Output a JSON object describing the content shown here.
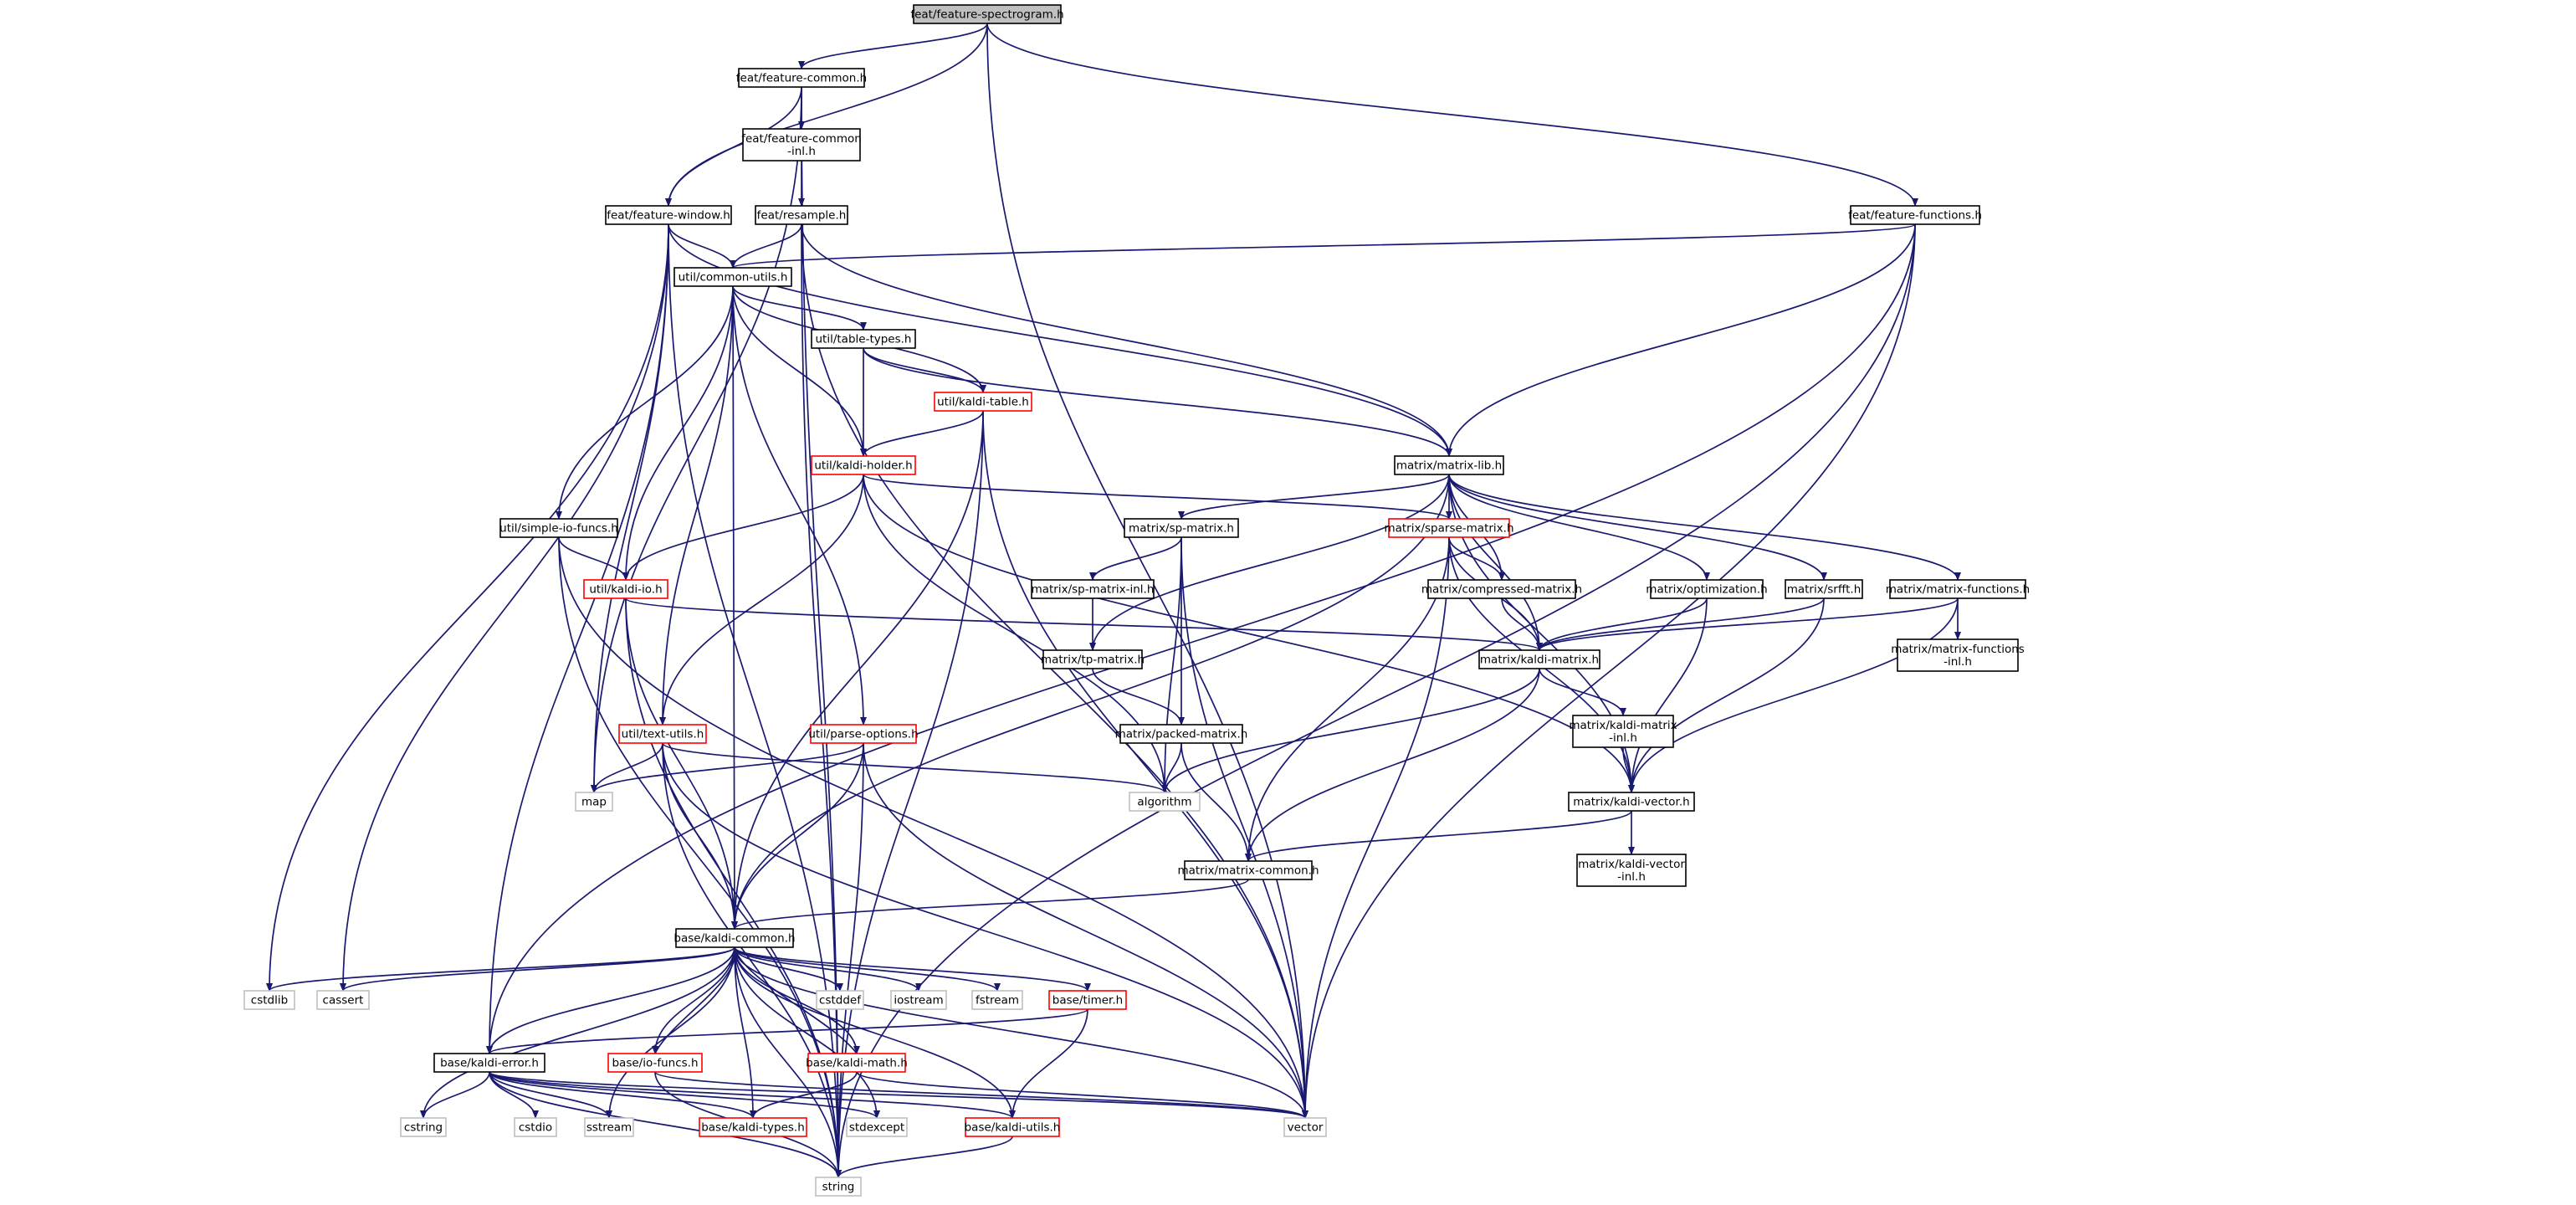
{
  "colors": {
    "edge": "#191970",
    "root_fill": "#bfbfbf",
    "normal_border": "#000000",
    "truncated_border": "#ff0000",
    "external_border": "#bfbfbf",
    "background": "#ffffff"
  },
  "nodes": [
    {
      "id": "n0",
      "label": [
        "feat/feature-spectrogram.h"
      ],
      "kind": "root"
    },
    {
      "id": "n1",
      "label": [
        "feat/feature-common.h"
      ],
      "kind": "normal"
    },
    {
      "id": "n2",
      "label": [
        "feat/feature-common",
        "-inl.h"
      ],
      "kind": "normal"
    },
    {
      "id": "n3",
      "label": [
        "feat/resample.h"
      ],
      "kind": "normal"
    },
    {
      "id": "n4",
      "label": [
        "feat/feature-window.h"
      ],
      "kind": "normal"
    },
    {
      "id": "n5",
      "label": [
        "feat/feature-functions.h"
      ],
      "kind": "normal"
    },
    {
      "id": "n6",
      "label": [
        "util/common-utils.h"
      ],
      "kind": "normal"
    },
    {
      "id": "n7",
      "label": [
        "util/table-types.h"
      ],
      "kind": "normal"
    },
    {
      "id": "n8",
      "label": [
        "util/kaldi-table.h"
      ],
      "kind": "truncated"
    },
    {
      "id": "n9",
      "label": [
        "util/kaldi-holder.h"
      ],
      "kind": "truncated"
    },
    {
      "id": "n10",
      "label": [
        "matrix/matrix-lib.h"
      ],
      "kind": "normal"
    },
    {
      "id": "n11",
      "label": [
        "util/simple-io-funcs.h"
      ],
      "kind": "normal"
    },
    {
      "id": "n12",
      "label": [
        "util/kaldi-io.h"
      ],
      "kind": "truncated"
    },
    {
      "id": "n13",
      "label": [
        "matrix/sparse-matrix.h"
      ],
      "kind": "truncated"
    },
    {
      "id": "n14",
      "label": [
        "matrix/sp-matrix.h"
      ],
      "kind": "normal"
    },
    {
      "id": "n15",
      "label": [
        "matrix/sp-matrix-inl.h"
      ],
      "kind": "normal"
    },
    {
      "id": "n16",
      "label": [
        "matrix/compressed-matrix.h"
      ],
      "kind": "normal"
    },
    {
      "id": "n17",
      "label": [
        "matrix/optimization.h"
      ],
      "kind": "normal"
    },
    {
      "id": "n18",
      "label": [
        "matrix/srfft.h"
      ],
      "kind": "normal"
    },
    {
      "id": "n19",
      "label": [
        "matrix/matrix-functions.h"
      ],
      "kind": "normal"
    },
    {
      "id": "n20",
      "label": [
        "matrix/matrix-functions",
        "-inl.h"
      ],
      "kind": "normal"
    },
    {
      "id": "n21",
      "label": [
        "matrix/tp-matrix.h"
      ],
      "kind": "normal"
    },
    {
      "id": "n22",
      "label": [
        "matrix/kaldi-matrix.h"
      ],
      "kind": "normal"
    },
    {
      "id": "n23",
      "label": [
        "matrix/packed-matrix.h"
      ],
      "kind": "normal"
    },
    {
      "id": "n24",
      "label": [
        "matrix/kaldi-matrix",
        "-inl.h"
      ],
      "kind": "normal"
    },
    {
      "id": "n25",
      "label": [
        "util/text-utils.h"
      ],
      "kind": "truncated"
    },
    {
      "id": "n26",
      "label": [
        "util/parse-options.h"
      ],
      "kind": "truncated"
    },
    {
      "id": "n27",
      "label": [
        "map"
      ],
      "kind": "external"
    },
    {
      "id": "n28",
      "label": [
        "algorithm"
      ],
      "kind": "external"
    },
    {
      "id": "n29",
      "label": [
        "matrix/kaldi-vector.h"
      ],
      "kind": "normal"
    },
    {
      "id": "n30",
      "label": [
        "matrix/matrix-common.h"
      ],
      "kind": "normal"
    },
    {
      "id": "n31",
      "label": [
        "matrix/kaldi-vector",
        "-inl.h"
      ],
      "kind": "normal"
    },
    {
      "id": "n32",
      "label": [
        "base/kaldi-common.h"
      ],
      "kind": "normal"
    },
    {
      "id": "n33",
      "label": [
        "cstdlib"
      ],
      "kind": "external"
    },
    {
      "id": "n34",
      "label": [
        "cassert"
      ],
      "kind": "external"
    },
    {
      "id": "n35",
      "label": [
        "cstddef"
      ],
      "kind": "external"
    },
    {
      "id": "n36",
      "label": [
        "iostream"
      ],
      "kind": "external"
    },
    {
      "id": "n37",
      "label": [
        "fstream"
      ],
      "kind": "external"
    },
    {
      "id": "n38",
      "label": [
        "base/timer.h"
      ],
      "kind": "truncated"
    },
    {
      "id": "n39",
      "label": [
        "base/kaldi-error.h"
      ],
      "kind": "normal"
    },
    {
      "id": "n40",
      "label": [
        "base/io-funcs.h"
      ],
      "kind": "truncated"
    },
    {
      "id": "n41",
      "label": [
        "base/kaldi-math.h"
      ],
      "kind": "truncated"
    },
    {
      "id": "n42",
      "label": [
        "cstring"
      ],
      "kind": "external"
    },
    {
      "id": "n43",
      "label": [
        "cstdio"
      ],
      "kind": "external"
    },
    {
      "id": "n44",
      "label": [
        "sstream"
      ],
      "kind": "external"
    },
    {
      "id": "n45",
      "label": [
        "base/kaldi-types.h"
      ],
      "kind": "truncated"
    },
    {
      "id": "n46",
      "label": [
        "stdexcept"
      ],
      "kind": "external"
    },
    {
      "id": "n47",
      "label": [
        "base/kaldi-utils.h"
      ],
      "kind": "truncated"
    },
    {
      "id": "n48",
      "label": [
        "vector"
      ],
      "kind": "external"
    },
    {
      "id": "n49",
      "label": [
        "string"
      ],
      "kind": "external"
    }
  ],
  "edges": [
    [
      "n0",
      "n1"
    ],
    [
      "n0",
      "n4"
    ],
    [
      "n0",
      "n5"
    ],
    [
      "n0",
      "n48"
    ],
    [
      "n1",
      "n2"
    ],
    [
      "n1",
      "n4"
    ],
    [
      "n1",
      "n27"
    ],
    [
      "n1",
      "n49"
    ],
    [
      "n2",
      "n3"
    ],
    [
      "n3",
      "n6"
    ],
    [
      "n3",
      "n10"
    ],
    [
      "n3",
      "n48"
    ],
    [
      "n3",
      "n49"
    ],
    [
      "n4",
      "n6"
    ],
    [
      "n4",
      "n10"
    ],
    [
      "n4",
      "n27"
    ],
    [
      "n4",
      "n33"
    ],
    [
      "n4",
      "n34"
    ],
    [
      "n4",
      "n39"
    ],
    [
      "n4",
      "n49"
    ],
    [
      "n5",
      "n6"
    ],
    [
      "n5",
      "n10"
    ],
    [
      "n5",
      "n39"
    ],
    [
      "n5",
      "n48"
    ],
    [
      "n5",
      "n49"
    ],
    [
      "n6",
      "n7"
    ],
    [
      "n6",
      "n8"
    ],
    [
      "n6",
      "n9"
    ],
    [
      "n6",
      "n11"
    ],
    [
      "n6",
      "n12"
    ],
    [
      "n6",
      "n25"
    ],
    [
      "n6",
      "n26"
    ],
    [
      "n6",
      "n32"
    ],
    [
      "n7",
      "n8"
    ],
    [
      "n7",
      "n9"
    ],
    [
      "n7",
      "n10"
    ],
    [
      "n8",
      "n9"
    ],
    [
      "n8",
      "n32"
    ],
    [
      "n8",
      "n48"
    ],
    [
      "n8",
      "n49"
    ],
    [
      "n9",
      "n12"
    ],
    [
      "n9",
      "n13"
    ],
    [
      "n9",
      "n25"
    ],
    [
      "n9",
      "n28"
    ],
    [
      "n9",
      "n29"
    ],
    [
      "n10",
      "n13"
    ],
    [
      "n10",
      "n14"
    ],
    [
      "n10",
      "n16"
    ],
    [
      "n10",
      "n17"
    ],
    [
      "n10",
      "n18"
    ],
    [
      "n10",
      "n19"
    ],
    [
      "n10",
      "n21"
    ],
    [
      "n10",
      "n22"
    ],
    [
      "n10",
      "n29"
    ],
    [
      "n10",
      "n32"
    ],
    [
      "n11",
      "n12"
    ],
    [
      "n11",
      "n48"
    ],
    [
      "n11",
      "n49"
    ],
    [
      "n12",
      "n22"
    ],
    [
      "n12",
      "n32"
    ],
    [
      "n12",
      "n49"
    ],
    [
      "n13",
      "n16"
    ],
    [
      "n13",
      "n22"
    ],
    [
      "n13",
      "n29"
    ],
    [
      "n13",
      "n30"
    ],
    [
      "n13",
      "n48"
    ],
    [
      "n14",
      "n15"
    ],
    [
      "n14",
      "n23"
    ],
    [
      "n14",
      "n28"
    ],
    [
      "n14",
      "n48"
    ],
    [
      "n15",
      "n21"
    ],
    [
      "n16",
      "n22"
    ],
    [
      "n17",
      "n22"
    ],
    [
      "n17",
      "n29"
    ],
    [
      "n18",
      "n22"
    ],
    [
      "n18",
      "n29"
    ],
    [
      "n19",
      "n20"
    ],
    [
      "n19",
      "n22"
    ],
    [
      "n19",
      "n29"
    ],
    [
      "n21",
      "n23"
    ],
    [
      "n22",
      "n24"
    ],
    [
      "n22",
      "n28"
    ],
    [
      "n22",
      "n30"
    ],
    [
      "n23",
      "n28"
    ],
    [
      "n23",
      "n30"
    ],
    [
      "n24",
      "n29"
    ],
    [
      "n25",
      "n27"
    ],
    [
      "n25",
      "n28"
    ],
    [
      "n25",
      "n32"
    ],
    [
      "n25",
      "n48"
    ],
    [
      "n25",
      "n49"
    ],
    [
      "n26",
      "n27"
    ],
    [
      "n26",
      "n32"
    ],
    [
      "n26",
      "n48"
    ],
    [
      "n26",
      "n49"
    ],
    [
      "n29",
      "n30"
    ],
    [
      "n29",
      "n31"
    ],
    [
      "n30",
      "n32"
    ],
    [
      "n32",
      "n33"
    ],
    [
      "n32",
      "n34"
    ],
    [
      "n32",
      "n35"
    ],
    [
      "n32",
      "n36"
    ],
    [
      "n32",
      "n37"
    ],
    [
      "n32",
      "n38"
    ],
    [
      "n32",
      "n39"
    ],
    [
      "n32",
      "n40"
    ],
    [
      "n32",
      "n41"
    ],
    [
      "n32",
      "n42"
    ],
    [
      "n32",
      "n44"
    ],
    [
      "n32",
      "n45"
    ],
    [
      "n32",
      "n46"
    ],
    [
      "n32",
      "n47"
    ],
    [
      "n32",
      "n48"
    ],
    [
      "n32",
      "n49"
    ],
    [
      "n38",
      "n39"
    ],
    [
      "n38",
      "n47"
    ],
    [
      "n39",
      "n42"
    ],
    [
      "n39",
      "n43"
    ],
    [
      "n39",
      "n44"
    ],
    [
      "n39",
      "n45"
    ],
    [
      "n39",
      "n46"
    ],
    [
      "n39",
      "n47"
    ],
    [
      "n39",
      "n48"
    ],
    [
      "n39",
      "n49"
    ],
    [
      "n40",
      "n32"
    ],
    [
      "n40",
      "n48"
    ],
    [
      "n40",
      "n49"
    ],
    [
      "n41",
      "n32"
    ],
    [
      "n41",
      "n45"
    ],
    [
      "n41",
      "n48"
    ],
    [
      "n47",
      "n49"
    ]
  ]
}
